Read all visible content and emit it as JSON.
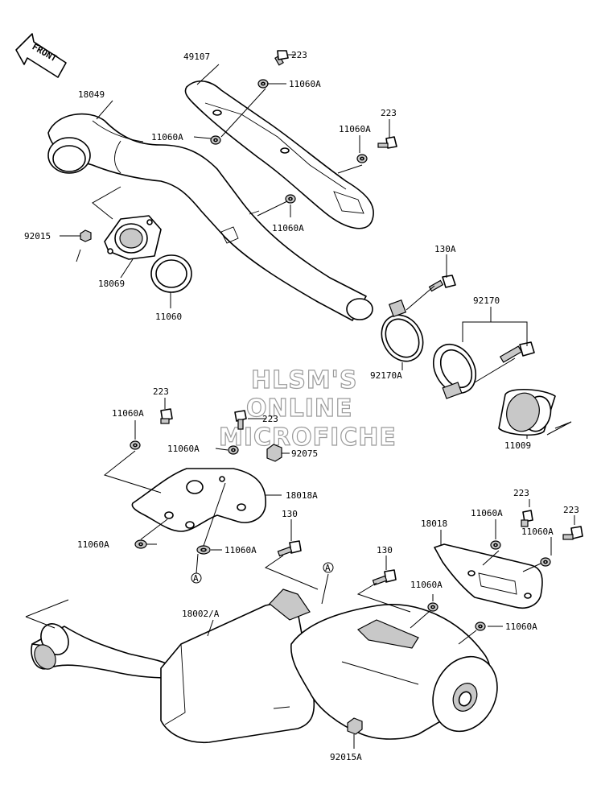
{
  "front_label": "FRONT",
  "watermark": [
    "HLSM'S",
    "ONLINE",
    "MICROFICHE"
  ],
  "labels": {
    "p49107": "49107",
    "p223_top": "223",
    "p11060A_top": "11060A",
    "p18049": "18049",
    "p11060A_mid": "11060A",
    "p223_r": "223",
    "p11060A_r": "11060A",
    "p11060A_pipe": "11060A",
    "p92015": "92015",
    "p18069": "18069",
    "p11060": "11060",
    "p130A": "130A",
    "p92170": "92170",
    "p92170A": "92170A",
    "p11009": "11009",
    "p223_c": "223",
    "p11060A_c": "11060A",
    "p223_c2": "223",
    "p11060A_c2": "11060A",
    "p92075": "92075",
    "p18018A": "18018A",
    "p11060A_c3": "11060A",
    "p11060A_c4": "11060A",
    "p130_a": "130",
    "p130_b": "130",
    "p18018": "18018",
    "p223_r2": "223",
    "p11060A_r2": "11060A",
    "p223_r3": "223",
    "p11060A_r3": "11060A",
    "p11060A_r4": "11060A",
    "p11060A_r5": "11060A",
    "p18002A": "18002/A",
    "p92015A": "92015A",
    "ref_A1": "A",
    "ref_A2": "A"
  }
}
